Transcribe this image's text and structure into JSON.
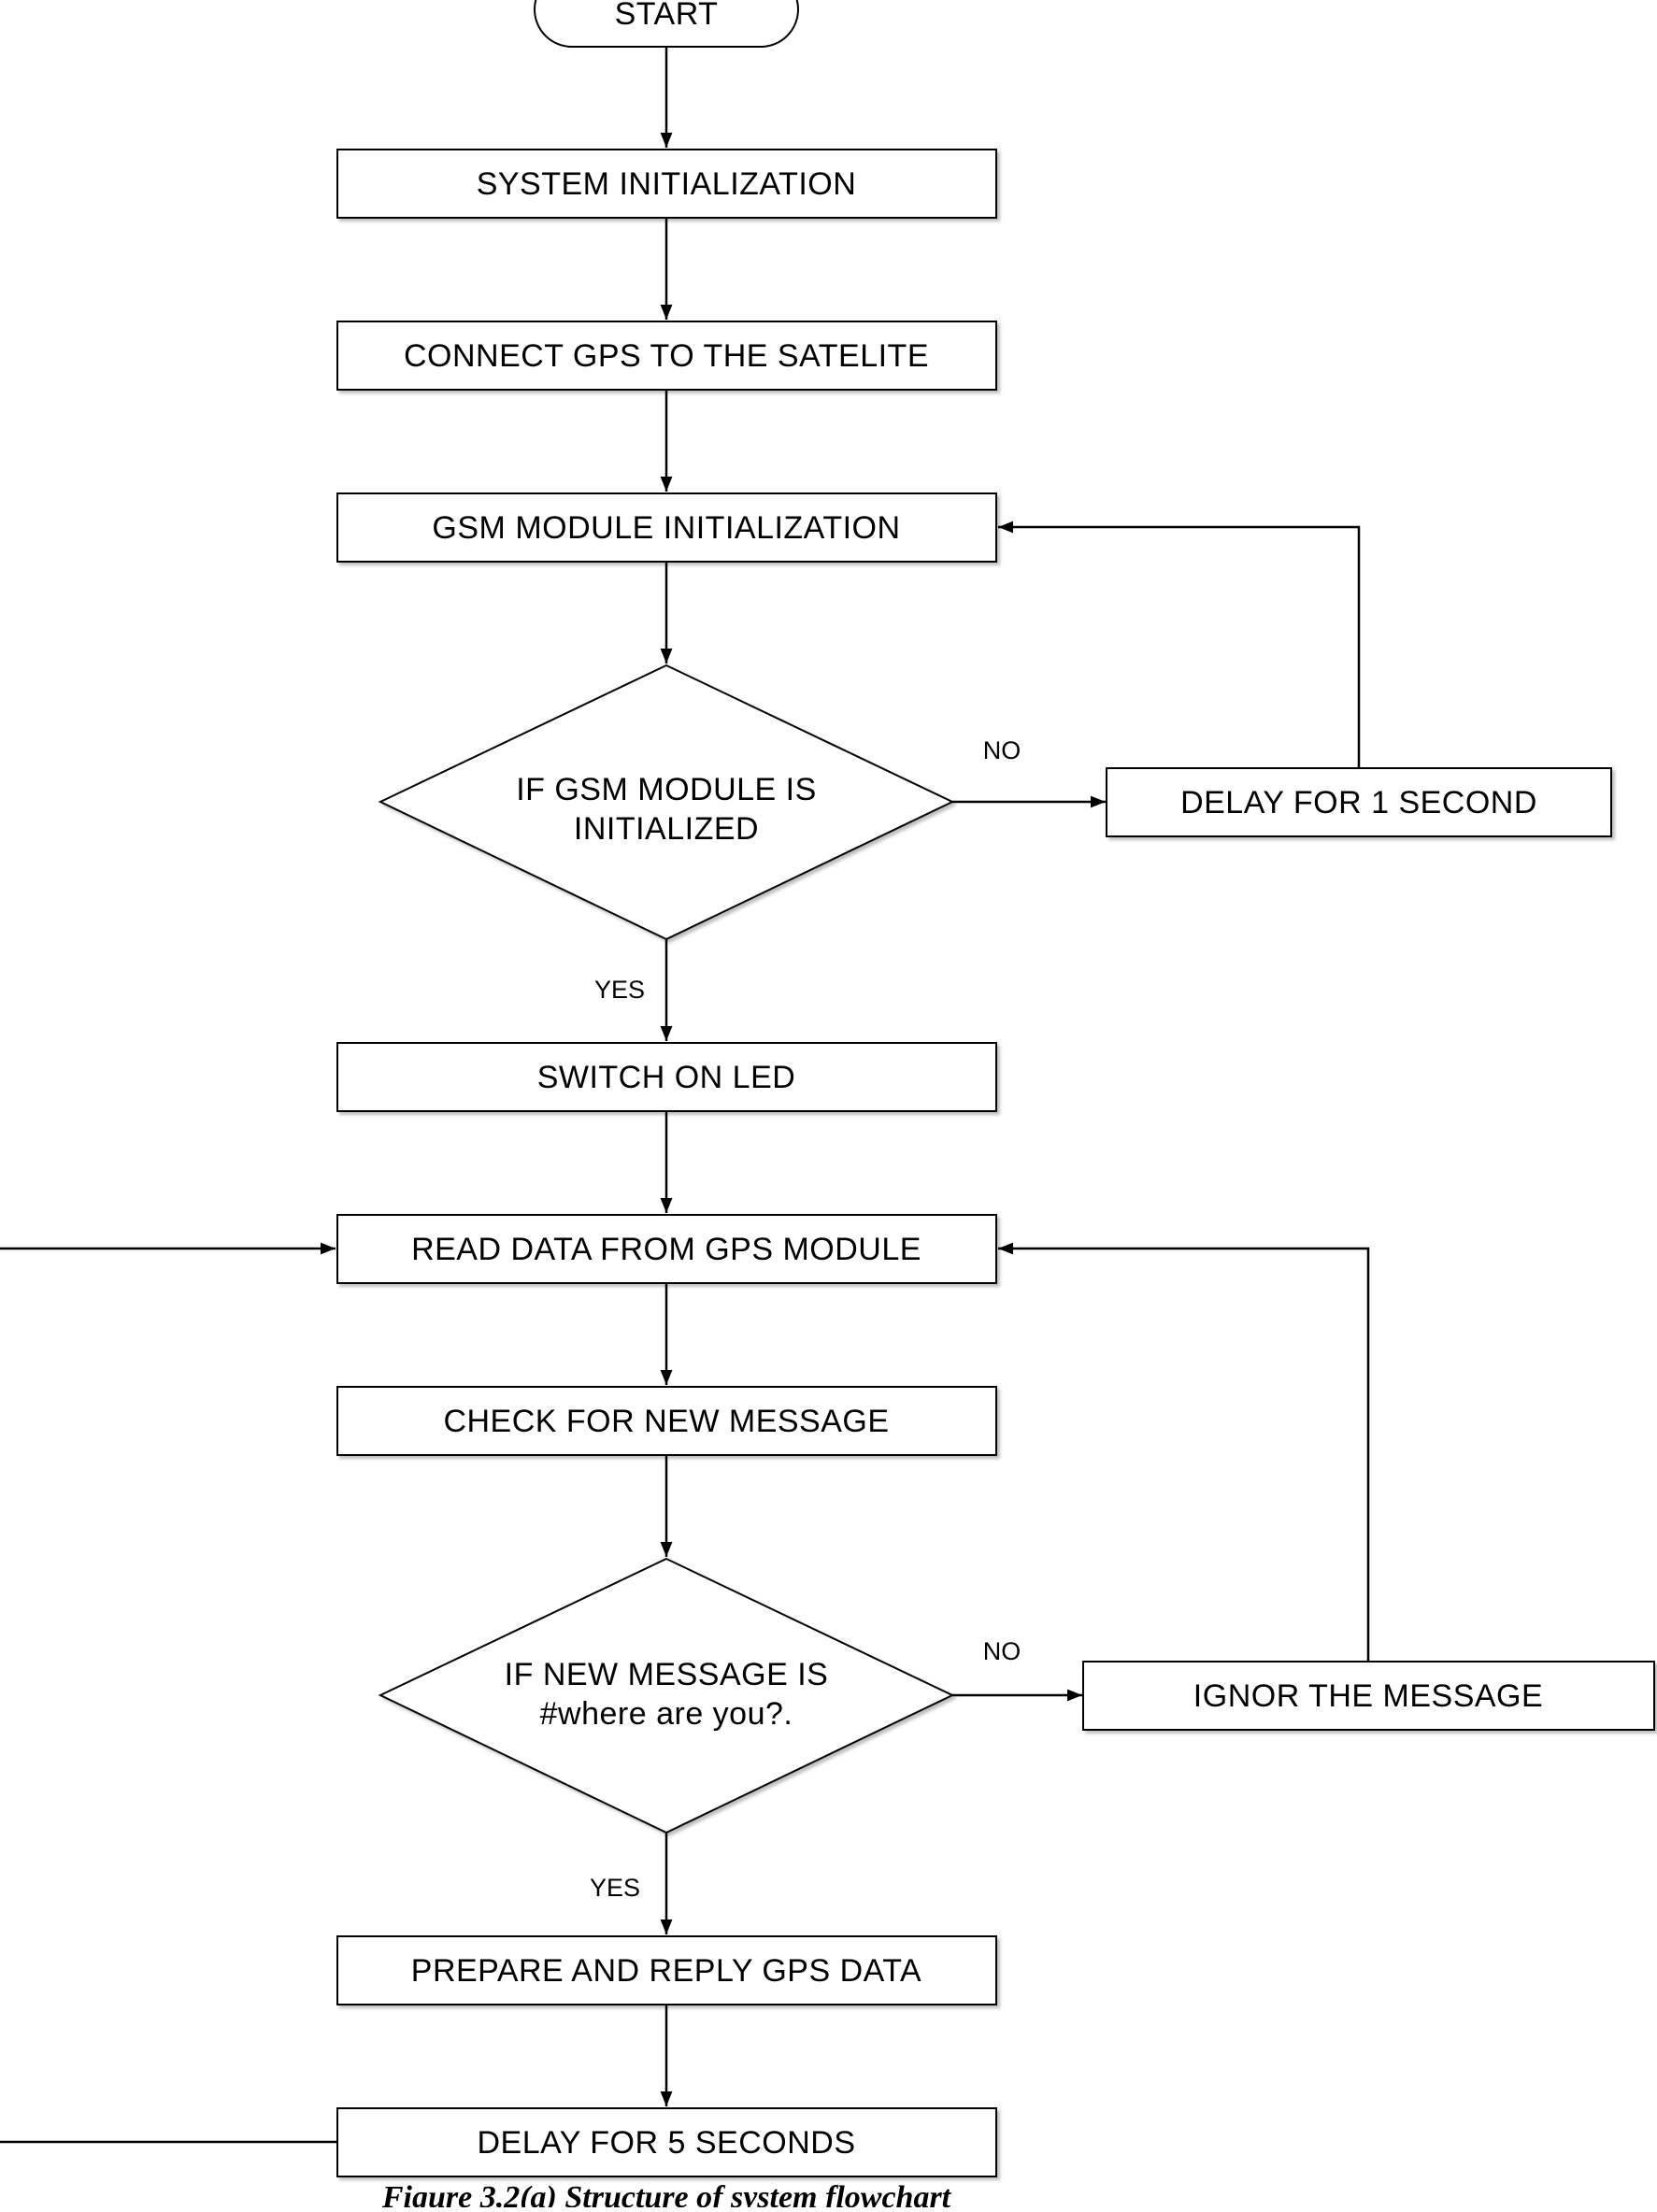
{
  "nodes": {
    "start": "START",
    "system_init": "SYSTEM INITIALIZATION",
    "connect_gps": "CONNECT GPS TO THE SATELITE",
    "gsm_init": "GSM MODULE INITIALIZATION",
    "decision_gsm_line1": "IF GSM MODULE IS",
    "decision_gsm_line2": "INITIALIZED",
    "delay_1": "DELAY FOR 1 SECOND",
    "switch_led": "SWITCH ON LED",
    "read_gps": "READ DATA FROM GPS MODULE",
    "check_msg": "CHECK FOR NEW MESSAGE",
    "decision_msg_line1": "IF NEW MESSAGE IS",
    "decision_msg_line2": "#where are you?.",
    "ignore_msg": "IGNOR THE MESSAGE",
    "prepare_reply": "PREPARE AND REPLY GPS DATA",
    "delay_5": "DELAY FOR 5 SECONDS"
  },
  "edge_labels": {
    "gsm_no": "NO",
    "gsm_yes": "YES",
    "msg_no": "NO",
    "msg_yes": "YES"
  },
  "caption": "Figure 3.2(a) Structure of system flowchart"
}
